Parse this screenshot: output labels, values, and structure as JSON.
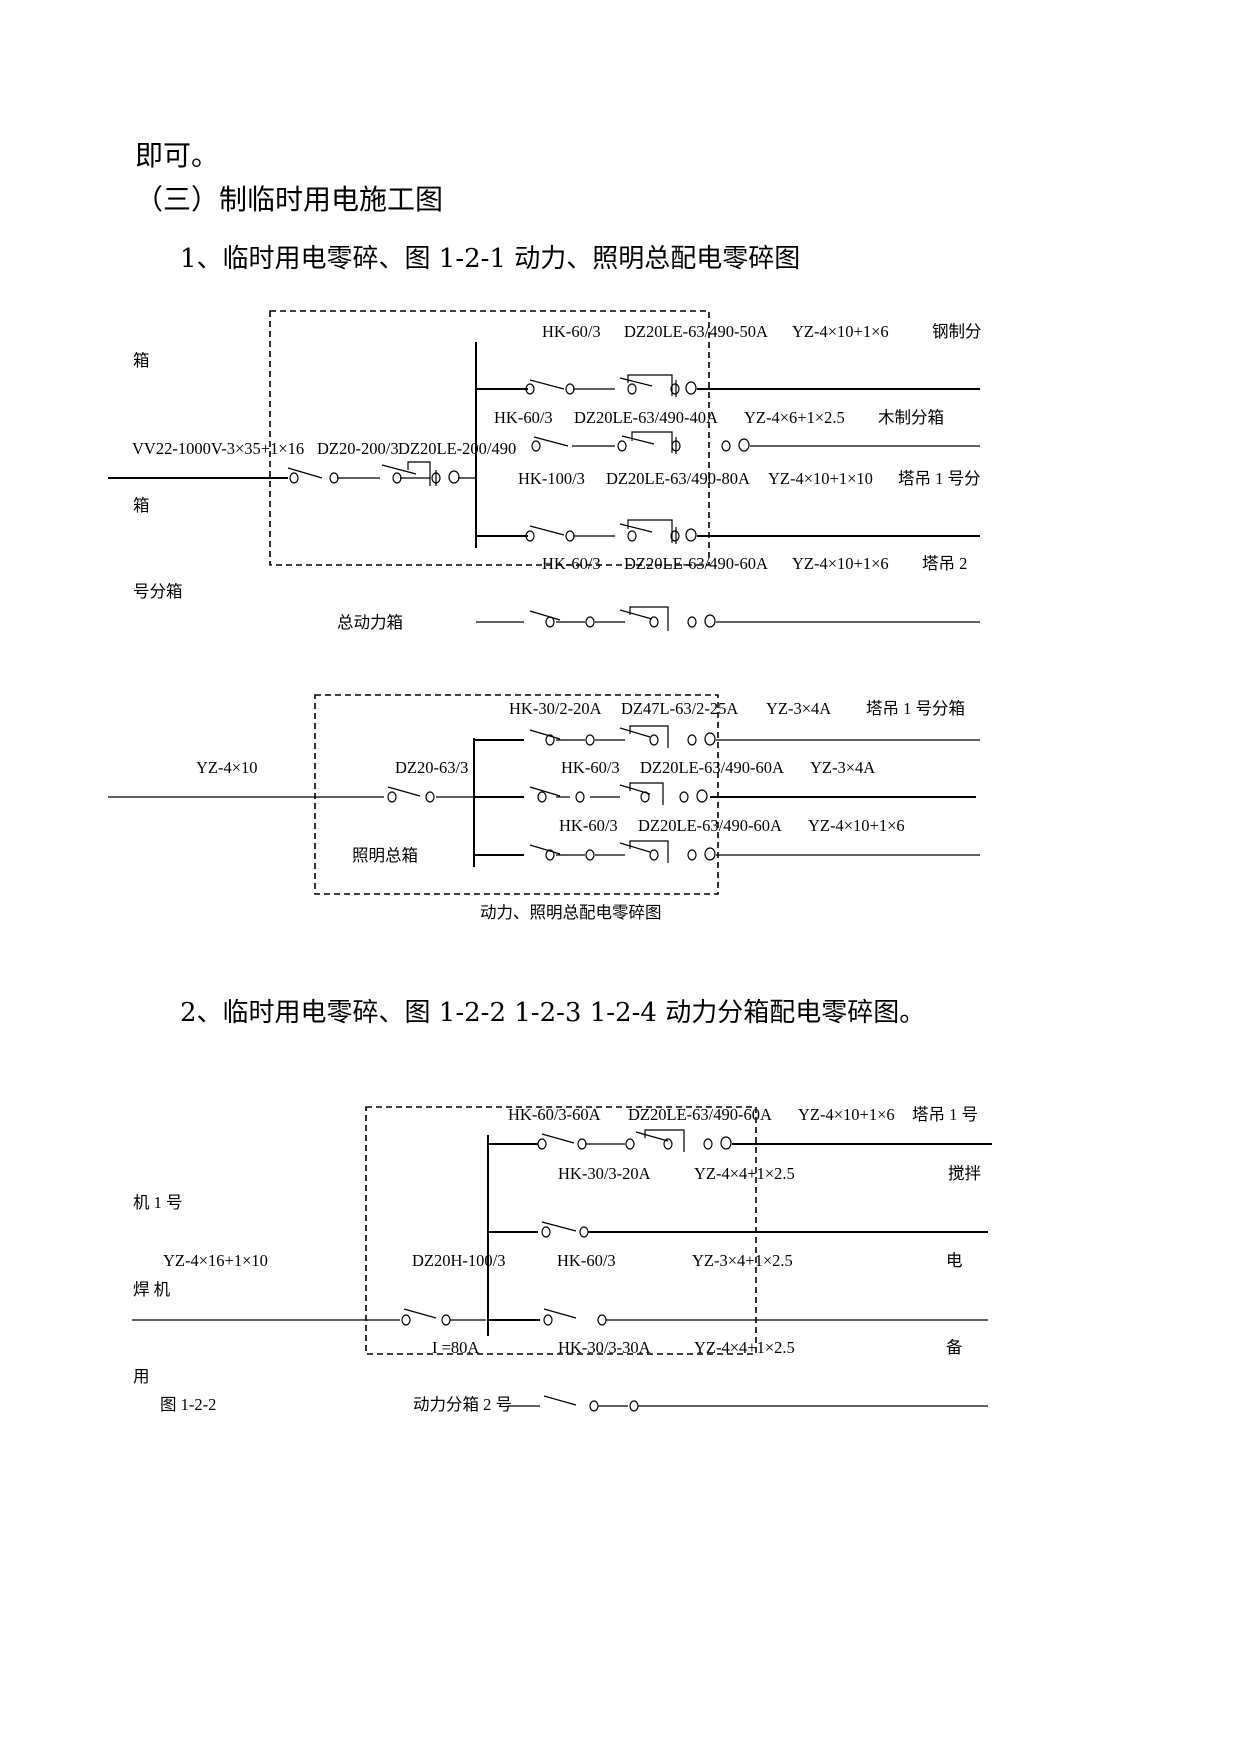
{
  "intro": {
    "line1": "即可。",
    "heading": "（三）制临时用电施工图",
    "section1": "1、临时用电零碎、图 1-2-1  动力、照明总配电零碎图",
    "section2": "2、临时用电零碎、图      1-2-2      1-2-3      1-2-4 动力分箱配电零碎图。"
  },
  "diagram1": {
    "feeder_cable": "VV22-1000V-3×35+1×16",
    "breaker_a": "DZ20-200/3",
    "breaker_b": "DZ20LE-200/490",
    "box_label": "总动力箱",
    "branches": [
      {
        "switch": "HK-60/3",
        "breaker": "DZ20LE-63/490-50A",
        "cable": "YZ-4×10+1×6",
        "dest": "钢制分",
        "dest_cont": "箱"
      },
      {
        "switch": "HK-60/3",
        "breaker": "DZ20LE-63/490-40A",
        "cable": "YZ-4×6+1×2.5",
        "dest": "木制分箱"
      },
      {
        "switch": "HK-100/3",
        "breaker": "DZ20LE-63/490-80A",
        "cable": "YZ-4×10+1×10",
        "dest": "塔吊 1 号分",
        "dest_cont": "箱"
      },
      {
        "switch": "HK-60/3",
        "breaker": "DZ20LE-63/490-60A",
        "cable": "YZ-4×10+1×6",
        "dest": "塔吊 2",
        "dest_cont": "号分箱"
      }
    ]
  },
  "diagram2": {
    "feeder_cable": "YZ-4×10",
    "breaker": "DZ20-63/3",
    "box_label": "照明总箱",
    "caption": "动力、照明总配电零碎图",
    "branches": [
      {
        "switch": "HK-30/2-20A",
        "breaker": "DZ47L-63/2-25A",
        "cable": "YZ-3×4A",
        "dest": "塔吊 1 号分箱"
      },
      {
        "switch": "HK-60/3",
        "breaker": "DZ20LE-63/490-60A",
        "cable": "YZ-3×4A"
      },
      {
        "switch": "HK-60/3",
        "breaker": "DZ20LE-63/490-60A",
        "cable": "YZ-4×10+1×6"
      }
    ]
  },
  "diagram3": {
    "feeder_cable": "YZ-4×16+1×10",
    "breaker": "DZ20H-100/3",
    "rating": "I =80A",
    "box_label": "动力分箱 2 号",
    "figure_label": "图  1-2-2",
    "branches": [
      {
        "switch": "HK-60/3-60A",
        "breaker": "DZ20LE-63/490-60A",
        "cable": "YZ-4×10+1×6",
        "dest": "塔吊 1 号"
      },
      {
        "switch": "HK-30/3-20A",
        "cable": "YZ-4×4+1×2.5",
        "dest": "搅拌",
        "dest_cont": "机 1 号"
      },
      {
        "switch": "HK-60/3",
        "cable": "YZ-3×4+1×2.5",
        "dest": "电",
        "dest_cont": "焊  机"
      },
      {
        "switch": "HK-30/3-30A",
        "cable": "YZ-4×4+1×2.5",
        "dest": "备",
        "dest_cont": "用"
      }
    ]
  }
}
